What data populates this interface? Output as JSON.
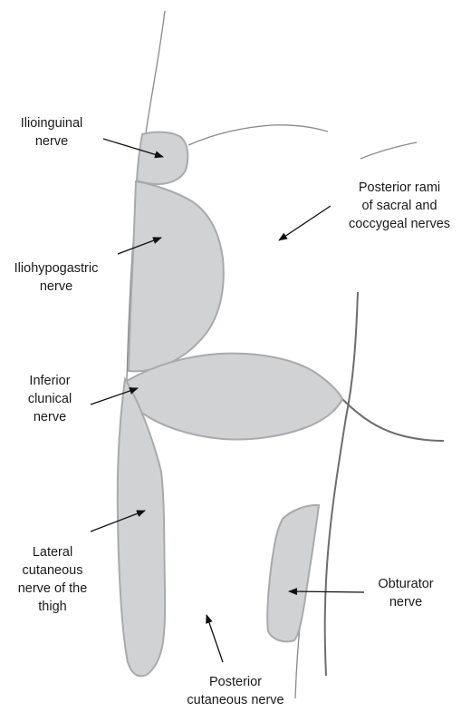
{
  "labels": {
    "ilioinguinal": "Ilioinguinal\nnerve",
    "posterior_rami": "Posterior rami\nof sacral and\ncoccygeal nerves",
    "iliohypogastric": "Iliohypogastric\nnerve",
    "inferior_clunical": "Inferior\nclunical\nnerve",
    "lateral_cutaneous": "Lateral\ncutaneous\nnerve of the\nthigh",
    "obturator": "Obturator\nnerve",
    "posterior_cutaneous": "Posterior\ncutaneous nerve"
  },
  "colors": {
    "region_fill": "#d1d2d4",
    "region_stroke": "#a9aaac",
    "outline": "#8a8a8a",
    "arrow": "#111111"
  }
}
